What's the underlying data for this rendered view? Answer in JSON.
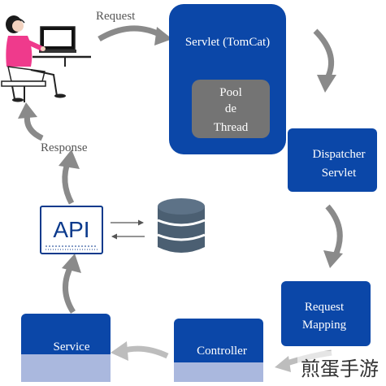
{
  "labels": {
    "request": "Request",
    "response": "Response",
    "servlet": "Servlet (TomCat)",
    "pool_line1": "Pool",
    "pool_line2": "de",
    "pool_line3": "Thread",
    "dispatcher_line1": "Dispatcher",
    "dispatcher_line2": "Servlet",
    "request_mapping_line1": "Request",
    "request_mapping_line2": "Mapping",
    "controller": "Controller",
    "service": "Service",
    "api": "API"
  },
  "watermark": "煎蛋手游",
  "colors": {
    "box_blue": "#0b47a8",
    "box_blue_light": "#aab8de",
    "pool_gray": "#747474",
    "arrow_gray": "#8a8a8a",
    "label_gray": "#555555",
    "pink_shirt": "#ef3a8c",
    "database": "#4b5f72"
  }
}
